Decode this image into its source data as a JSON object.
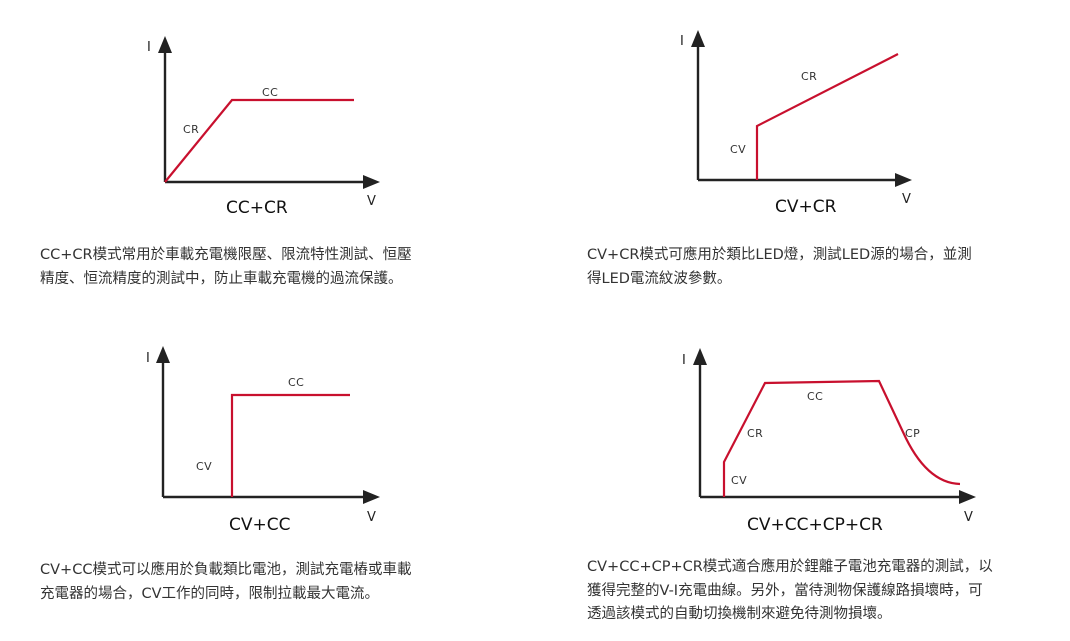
{
  "panels": [
    {
      "title": "CC+CR",
      "axis_x": "V",
      "axis_y": "I",
      "segments": [
        "CR",
        "CC"
      ],
      "desc": [
        "CC+CR模式常用於車載充電機限壓、限流特性測試、恒壓",
        "精度、恒流精度的測試中，防止車載充電機的過流保護。"
      ]
    },
    {
      "title": "CV+CR",
      "axis_x": "V",
      "axis_y": "I",
      "segments": [
        "CV",
        "CR"
      ],
      "desc": [
        "CV+CR模式可應用於類比LED燈，測試LED源的場合，並測",
        "得LED電流紋波參數。"
      ]
    },
    {
      "title": "CV+CC",
      "axis_x": "V",
      "axis_y": "I",
      "segments": [
        "CV",
        "CC"
      ],
      "desc": [
        "CV+CC模式可以應用於負載類比電池，測試充電樁或車載",
        "充電器的場合，CV工作的同時，限制拉載最大電流。"
      ]
    },
    {
      "title": "CV+CC+CP+CR",
      "axis_x": "V",
      "axis_y": "I",
      "segments": [
        "CV",
        "CR",
        "CC",
        "CP"
      ],
      "desc": [
        "CV+CC+CP+CR模式適合應用於鋰離子電池充電器的測試，以",
        "獲得完整的V-I充電曲線。另外，當待測物保護線路損壞時，可",
        "透過該模式的自動切換機制來避免待測物損壞。"
      ]
    }
  ],
  "colors": {
    "curve": "#c8102e",
    "axis": "#222222"
  }
}
